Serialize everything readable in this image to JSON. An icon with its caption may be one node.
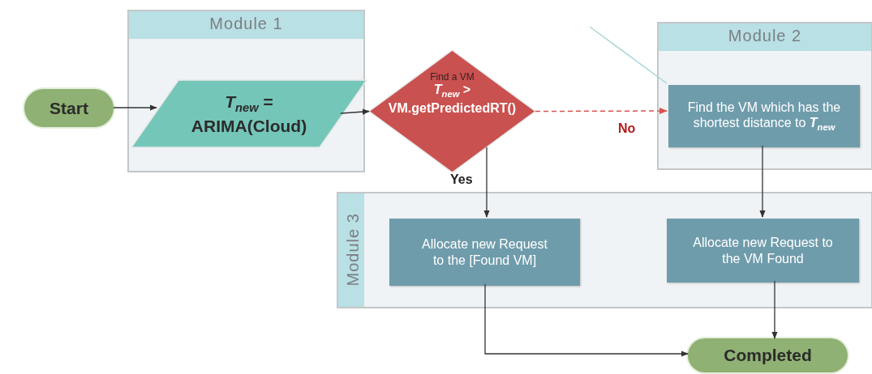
{
  "diagram": {
    "nodes": [
      {
        "text": [
          "Start"
        ]
      },
      {
        "text": [
          "Module 1"
        ]
      },
      {
        "text": [
          "*T*$_{new}$ = ARIMA(Cloud)"
        ],
        "in": 1
      },
      {
        "text": [
          "Find a VM",
          "*T*$_{new}$ > VM.getPredictedRT()"
        ]
      },
      {
        "text": [
          "Module 2"
        ]
      },
      {
        "text": [
          "Find the VM which has the shortest distance to **T**$_{new}$"
        ],
        "in": 4
      },
      {
        "text": [
          "Module 3"
        ]
      },
      {
        "text": [
          "Allocate new Request to the [Found VM]"
        ],
        "in": 6
      },
      {
        "text": [
          "Allocate new Request to the VM Found"
        ],
        "in": 6
      },
      {
        "text": [
          "Completed"
        ]
      }
    ],
    "edges": [
      {
        "from": 0,
        "to": 2,
        "arrow": "to"
      },
      {
        "from": 2,
        "to": 3,
        "arrow": "to"
      },
      {
        "from": 3,
        "to": 5,
        "arrow": "to",
        "label": "No",
        "style": "dashed",
        "color": "#d9534f"
      },
      {
        "from": 3,
        "to": 7,
        "arrow": "to",
        "label": "Yes"
      },
      {
        "from": 5,
        "to": 8,
        "arrow": "to"
      },
      {
        "from": 8,
        "to": 9,
        "arrow": "to"
      },
      {
        "from": 7,
        "to": 9,
        "arrow": "to"
      },
      {
        "from": null,
        "to": 5,
        "arrow": "none",
        "color": "#a9d6d6"
      }
    ]
  }
}
